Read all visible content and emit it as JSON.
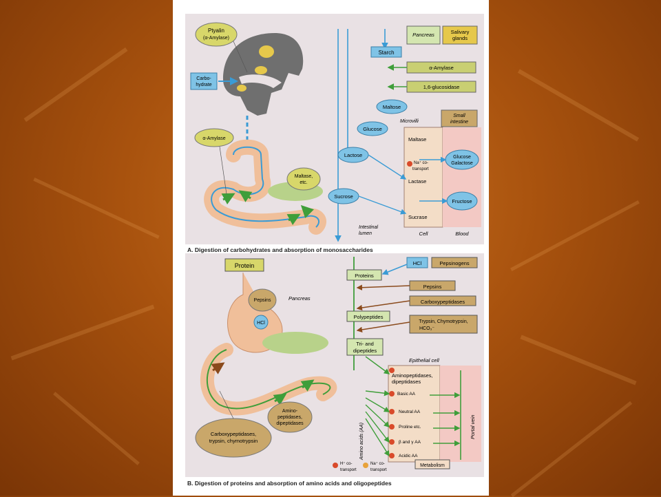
{
  "colors": {
    "background": "#b05a12",
    "panel": "#e9e1e4",
    "blue": "#7fc3e6",
    "olive": "#d8d76a",
    "tan": "#c9a76a",
    "green": "#3f9e3a",
    "brown": "#8a4a1c",
    "pink": "#f3c9c4"
  },
  "panel_a": {
    "caption": "A. Digestion of carbohydrates and absorption of monosaccharides",
    "ptyalin": "Ptyalin",
    "ptyalin_sub": "(α-Amylase)",
    "carbo": "Carbo-",
    "hydrate": "hydrate",
    "alpha_amylase_left": "α-Amylase",
    "maltase_etc_1": "Maltase,",
    "maltase_etc_2": "etc.",
    "pancreas": "Pancreas",
    "salivary_1": "Salivary",
    "salivary_2": "glands",
    "starch": "Starch",
    "alpha_amylase_box": "α-Amylase",
    "glucosidase": "1,6-glucosidase",
    "small_1": "Small",
    "small_2": "intestine",
    "maltose": "Maltose",
    "glucose": "Glucose",
    "microvilli": "Microvilli",
    "lactose": "Lactose",
    "maltase": "Maltase",
    "na_co_1": "Na⁺ co-",
    "na_co_2": "transport",
    "lactase": "Lactase",
    "glucose_galactose_1": "Glucose",
    "glucose_galactose_2": "Galactose",
    "sucrose": "Sucrose",
    "sucrase": "Sucrase",
    "fructose": "Fructose",
    "intestinal_1": "Intestinal",
    "intestinal_2": "lumen",
    "cell": "Cell",
    "blood": "Blood"
  },
  "panel_b": {
    "caption": "B. Digestion of proteins and absorption of amino acids and oligopeptides",
    "protein": "Protein",
    "pepsins_circle": "Pepsins",
    "hcl_circle": "HCl",
    "pancreas": "Pancreas",
    "amino_1": "Amino-",
    "amino_2": "peptidases,",
    "amino_3": "dipeptidases",
    "carboxy_1": "Carboxypeptidases,",
    "carboxy_2": "trypsin, chymotrypsin",
    "proteins": "Proteins",
    "hcl_box": "HCl",
    "pepsinogens": "Pepsinogens",
    "pepsins_box": "Pepsins",
    "carboxypeptidases": "Carboxypeptidases",
    "polypeptides": "Polypeptides",
    "trypsin_1": "Trypsin, Chymotrypsin,",
    "trypsin_2": "HCO₃⁻",
    "tri_1": "Tri- and",
    "tri_2": "dipeptides",
    "epithelial": "Epithelial cell",
    "aminopep_1": "Aminopeptidases,",
    "aminopep_2": "dipeptidases",
    "basic": "Basic AA",
    "neutral": "Neutral AA",
    "proline": "Proline etc.",
    "beta_gamma": "β and γ AA",
    "acidic": "Acidic AA",
    "metabolism": "Metabolism",
    "amino_acids": "Amino acids (AA)",
    "portal": "Portal vein",
    "h_co_1": "H⁺ co-",
    "h_co_2": "transport",
    "na_co_1": "Na⁺ co-",
    "na_co_2": "transport"
  }
}
